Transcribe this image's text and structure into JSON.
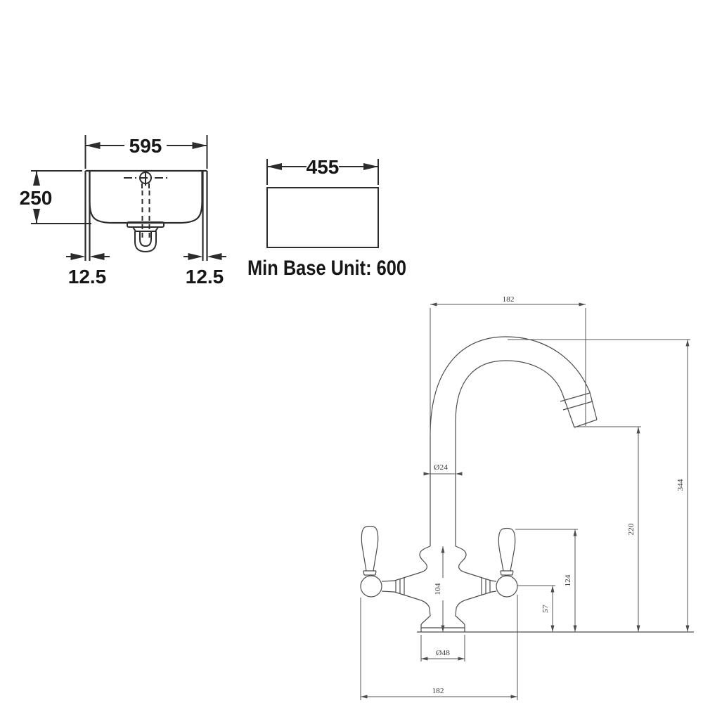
{
  "sink_front_view": {
    "width_mm": "595",
    "depth_mm": "250",
    "left_overhang_mm": "12.5",
    "right_overhang_mm": "12.5"
  },
  "base_unit_plan": {
    "cutout_width_mm": "455",
    "note": "Min Base Unit: 600"
  },
  "tap_drawing": {
    "spout_reach_mm": "182",
    "spout_diameter_mm": "Ø24",
    "overall_height_mm": "344",
    "spout_outlet_height_mm": "220",
    "handle_top_height_mm": "124",
    "handle_centre_height_mm": "57",
    "body_height_mm": "104",
    "base_diameter_mm": "Ø48",
    "handle_span_mm": "182"
  },
  "colors": {
    "sink_line": "#2c2c2c",
    "tap_line": "#4c4c4c",
    "text": "#161616",
    "background": "#ffffff"
  }
}
